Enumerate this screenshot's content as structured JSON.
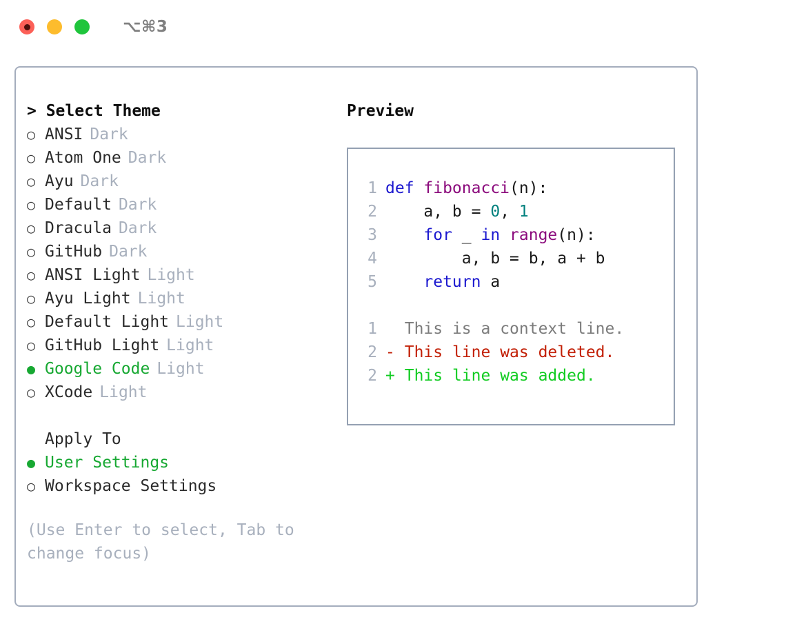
{
  "window": {
    "shortcut_label": "⌥⌘3",
    "traffic_lights": [
      "close-button",
      "minimize-button",
      "maximize-button"
    ]
  },
  "theme_picker": {
    "header": "> Select Theme",
    "header_prefix": ">",
    "selected_theme": "Google Code",
    "options": [
      {
        "marker": "○",
        "label": "ANSI",
        "kind": "Dark",
        "selected": false
      },
      {
        "marker": "○",
        "label": "Atom One",
        "kind": "Dark",
        "selected": false
      },
      {
        "marker": "○",
        "label": "Ayu",
        "kind": "Dark",
        "selected": false
      },
      {
        "marker": "○",
        "label": "Default",
        "kind": "Dark",
        "selected": false
      },
      {
        "marker": "○",
        "label": "Dracula",
        "kind": "Dark",
        "selected": false
      },
      {
        "marker": "○",
        "label": "GitHub",
        "kind": "Dark",
        "selected": false
      },
      {
        "marker": "○",
        "label": "ANSI Light",
        "kind": "Light",
        "selected": false
      },
      {
        "marker": "○",
        "label": "Ayu Light",
        "kind": "Light",
        "selected": false
      },
      {
        "marker": "○",
        "label": "Default Light",
        "kind": "Light",
        "selected": false
      },
      {
        "marker": "○",
        "label": "GitHub Light",
        "kind": "Light",
        "selected": false
      },
      {
        "marker": "●",
        "label": "Google Code",
        "kind": "Light",
        "selected": true
      },
      {
        "marker": "○",
        "label": "XCode",
        "kind": "Light",
        "selected": false
      }
    ]
  },
  "apply_to": {
    "header": "Apply To",
    "selected_target": "User Settings",
    "options": [
      {
        "marker": "●",
        "label": "User Settings",
        "selected": true
      },
      {
        "marker": "○",
        "label": "Workspace Settings",
        "selected": false
      }
    ]
  },
  "hint": {
    "text": "(Use Enter to select, Tab to change focus)"
  },
  "preview": {
    "title": "Preview",
    "code_lines": [
      {
        "number": "1",
        "tokens": [
          {
            "text": "def ",
            "type": "kw"
          },
          {
            "text": "fibonacci",
            "type": "fn"
          },
          {
            "text": "(n):",
            "type": "punc"
          }
        ]
      },
      {
        "number": "2",
        "tokens": [
          {
            "text": "    a, b = ",
            "type": "plain"
          },
          {
            "text": "0",
            "type": "num"
          },
          {
            "text": ", ",
            "type": "plain"
          },
          {
            "text": "1",
            "type": "num"
          }
        ]
      },
      {
        "number": "3",
        "tokens": [
          {
            "text": "    for ",
            "type": "kw"
          },
          {
            "text": "_ ",
            "type": "plain"
          },
          {
            "text": "in ",
            "type": "kw"
          },
          {
            "text": "range",
            "type": "fn"
          },
          {
            "text": "(n):",
            "type": "punc"
          }
        ]
      },
      {
        "number": "4",
        "tokens": [
          {
            "text": "        a, b = b, a + b",
            "type": "plain"
          }
        ]
      },
      {
        "number": "5",
        "tokens": [
          {
            "text": "    return ",
            "type": "kw"
          },
          {
            "text": "a",
            "type": "plain"
          }
        ]
      }
    ],
    "diff_lines": [
      {
        "number": "1",
        "sign": " ",
        "text": "This is a context line.",
        "type": "ctx"
      },
      {
        "number": "2",
        "sign": "-",
        "text": "This line was deleted.",
        "type": "del"
      },
      {
        "number": "2",
        "sign": "+",
        "text": "This line was added.",
        "type": "add"
      }
    ]
  },
  "colors": {
    "accent_green": "#17a832",
    "muted": "#a8b0bd",
    "keyword": "#1c19cf",
    "function": "#8b0a7c",
    "number": "#00807d",
    "diff_add": "#12cc22",
    "diff_del": "#c21f05",
    "diff_ctx": "#7c7c7c",
    "border": "#a4adbd"
  }
}
